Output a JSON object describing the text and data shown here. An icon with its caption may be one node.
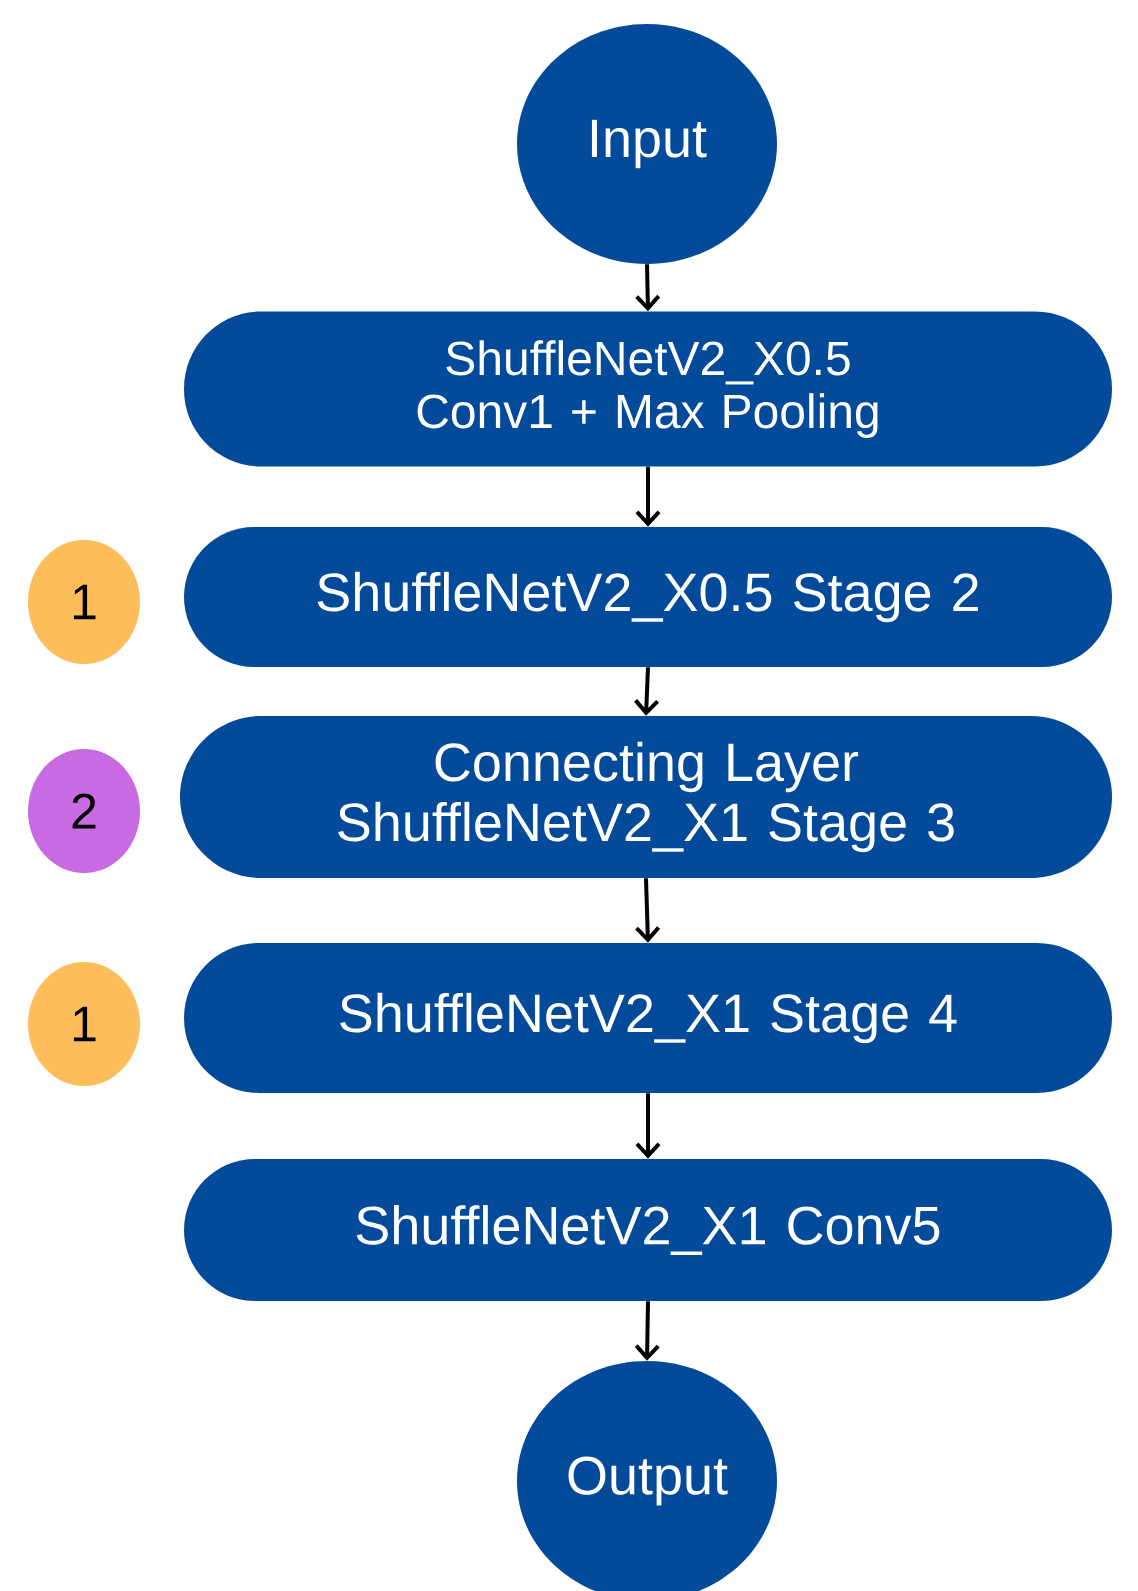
{
  "diagram": {
    "nodes": [
      {
        "text": [
          "Input"
        ]
      },
      {
        "text": [
          "ShuffleNetV2_X0.5 Conv1 + Max Pooling"
        ]
      },
      {
        "text": [
          "1"
        ]
      },
      {
        "text": [
          "ShuffleNetV2_X0.5 Stage 2"
        ]
      },
      {
        "text": [
          "2"
        ]
      },
      {
        "text": [
          "Connecting Layer ShuffleNetV2_X1 Stage 3"
        ]
      },
      {
        "text": [
          "1"
        ]
      },
      {
        "text": [
          "ShuffleNetV2_X1 Stage 4"
        ]
      },
      {
        "text": [
          "ShuffleNetV2_X1 Conv5"
        ]
      },
      {
        "text": [
          "Output"
        ]
      }
    ],
    "edges": [
      {
        "from": 0,
        "to": 1,
        "arrow": "to"
      },
      {
        "from": 1,
        "to": 3,
        "arrow": "to"
      },
      {
        "from": 3,
        "to": 5,
        "arrow": "to"
      },
      {
        "from": 5,
        "to": 7,
        "arrow": "to"
      },
      {
        "from": 7,
        "to": 8,
        "arrow": "to"
      },
      {
        "from": 8,
        "to": 9,
        "arrow": "to"
      }
    ]
  }
}
